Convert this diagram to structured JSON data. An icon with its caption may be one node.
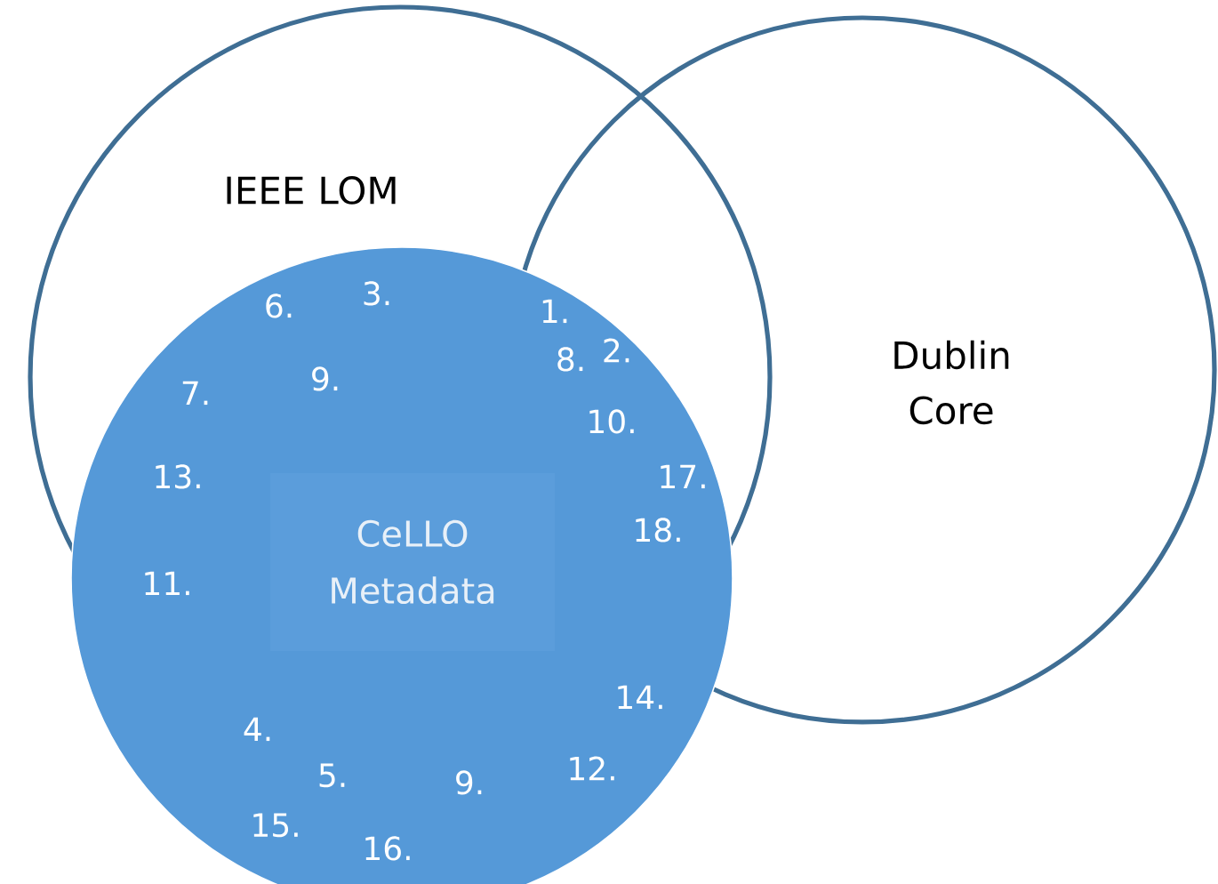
{
  "diagram": {
    "nodes": [
      {
        "text": [
          "IEEE LOM"
        ]
      },
      {
        "text": [
          "Dublin Core"
        ]
      },
      {
        "text": [],
        "shape": "circle"
      },
      {
        "text": [
          "CeLLO Metadata"
        ]
      }
    ],
    "labels": [
      "6.",
      "3.",
      "1.",
      "8.",
      "2.",
      "7.",
      "9.",
      "10.",
      "13.",
      "17.",
      "18.",
      "11.",
      "14.",
      "4.",
      "5.",
      "9.",
      "12.",
      "15.",
      "16."
    ]
  }
}
